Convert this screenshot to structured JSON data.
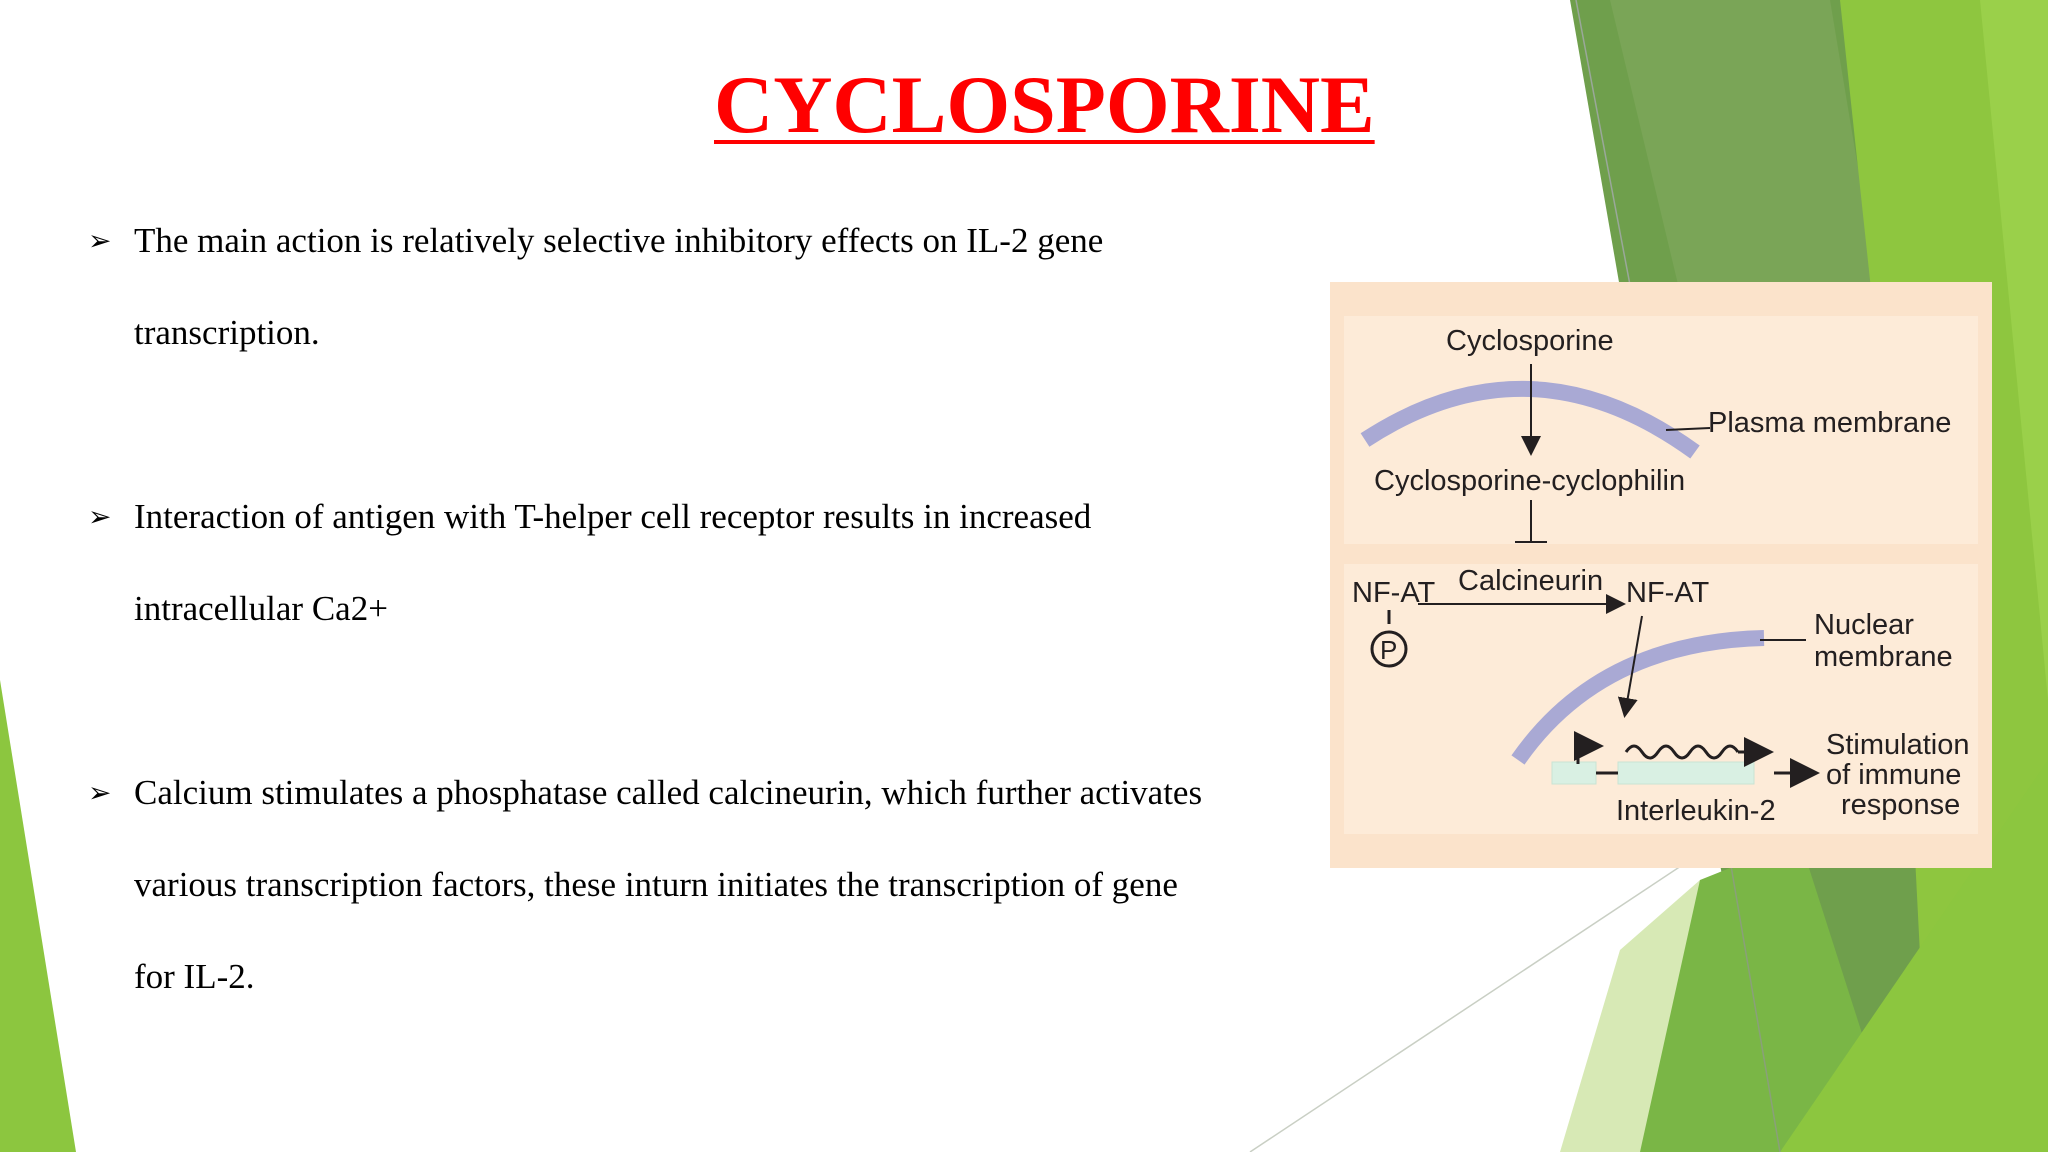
{
  "title": "CYCLOSPORINE",
  "bullets": [
    {
      "marker": "➢",
      "lines": [
        "The main action is relatively selective inhibitory effects on IL-2 gene",
        "transcription."
      ]
    },
    {
      "marker": "➢",
      "lines": [
        "Interaction of antigen with T-helper cell receptor results in increased",
        "intracellular Ca2+"
      ]
    },
    {
      "marker": "➢",
      "lines": [
        "Calcium stimulates a phosphatase called calcineurin, which further activates",
        "various transcription factors, these inturn initiates the transcription of gene",
        "for IL-2."
      ]
    }
  ],
  "figure": {
    "cyclosporine": "Cyclosporine",
    "plasma_membrane": "Plasma membrane",
    "complex": "Cyclosporine-cyclophilin",
    "nfat_left": "NF-AT",
    "phosphate": "P",
    "calcineurin": "Calcineurin",
    "nfat_right": "NF-AT",
    "nuclear_membrane_1": "Nuclear",
    "nuclear_membrane_2": "membrane",
    "interleukin": "Interleukin-2",
    "stimulation_1": "Stimulation",
    "stimulation_2": "of immune",
    "stimulation_3": "response"
  },
  "colors": {
    "title": "#ff0000",
    "figure_bg": "#fbe3cb",
    "membrane": "#a9a9d4",
    "green_dark": "#5f9a3a",
    "green_light": "#8cc63f"
  }
}
